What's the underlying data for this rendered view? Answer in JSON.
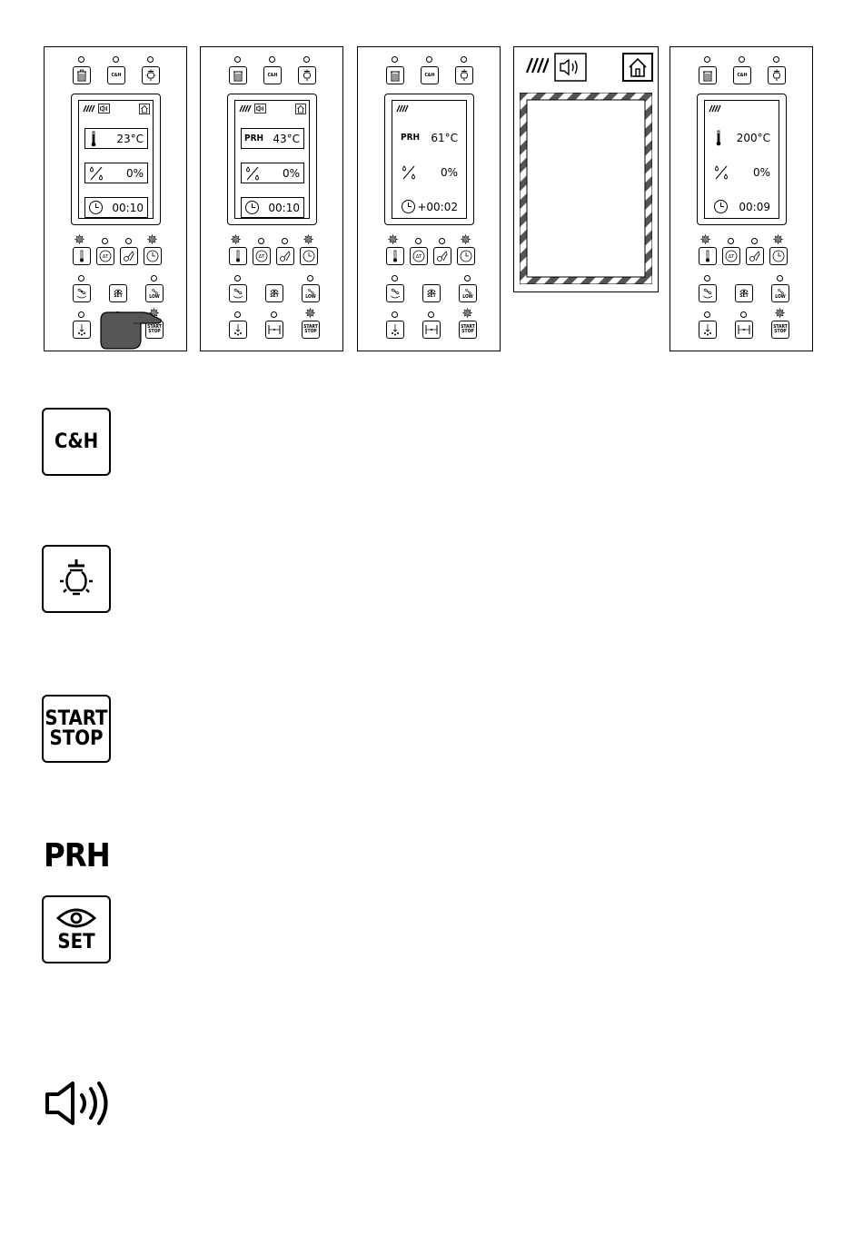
{
  "panels": [
    {
      "temp": "23°C",
      "humidity": "0%",
      "time": "00:10",
      "mode": "thermo"
    },
    {
      "temp": "43°C",
      "humidity": "0%",
      "time": "00:10",
      "mode": "prh"
    },
    {
      "temp": "61°C",
      "humidity": "0%",
      "time": "+00:02",
      "mode": "prh"
    },
    {
      "temp": "200°C",
      "humidity": "0%",
      "time": "00:09",
      "mode": "thermo"
    }
  ],
  "labels": {
    "ch": "C&H",
    "start": "START",
    "stop": "STOP",
    "set": "SET",
    "low": "LOW",
    "prh": "PRH"
  },
  "legend": {
    "ch": "C&H",
    "start": "START",
    "stop": "STOP",
    "prh": "PRH",
    "set": "SET"
  }
}
